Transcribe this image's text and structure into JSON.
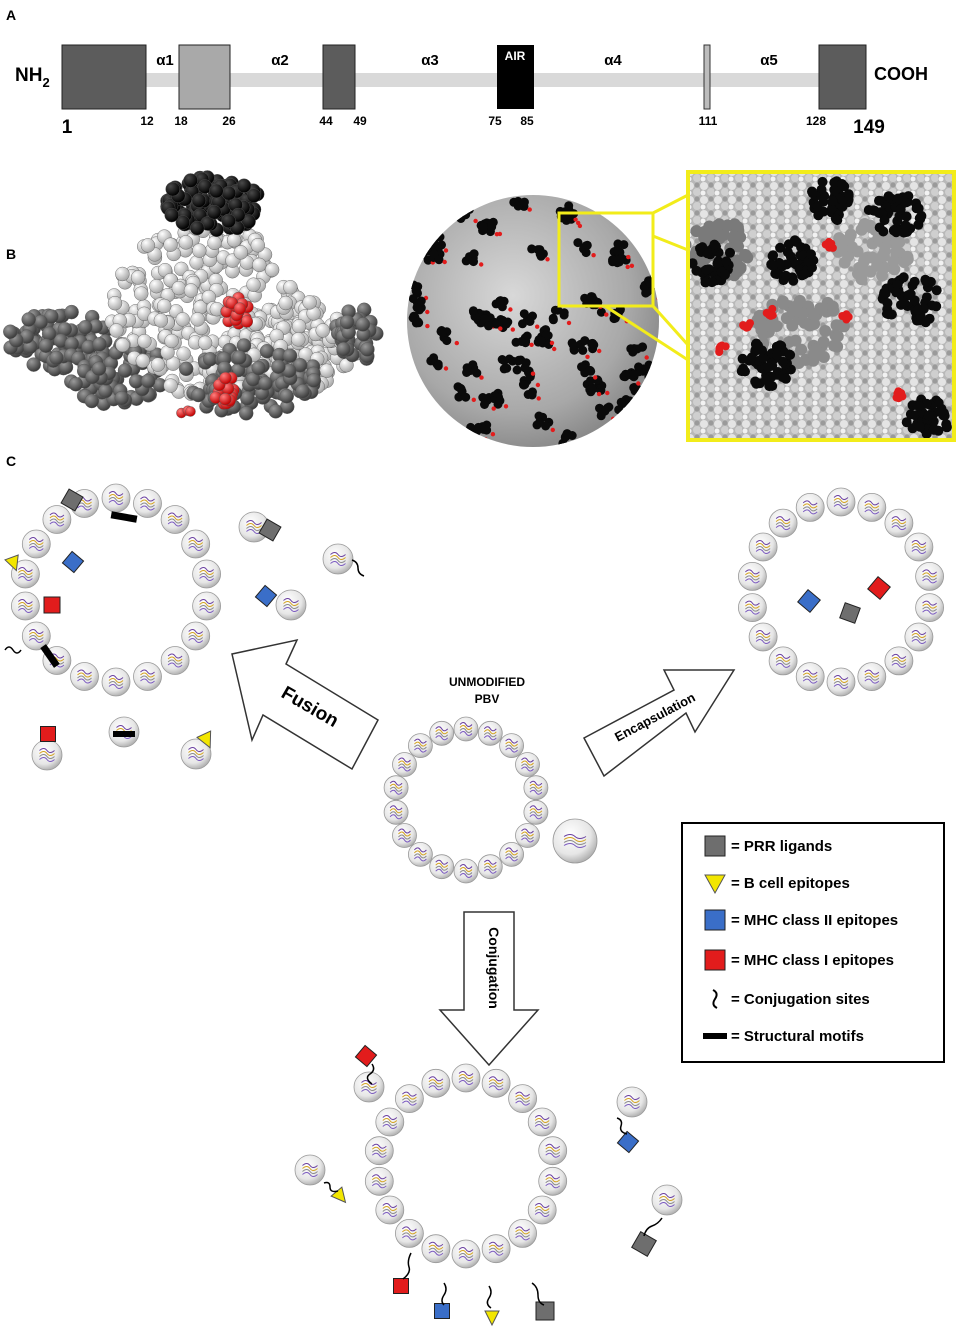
{
  "panels": {
    "a": "A",
    "b": "B",
    "c": "C"
  },
  "domain_map": {
    "nh2": "NH",
    "nh2_sub": "2",
    "cooh": "COOH",
    "air": "AIR",
    "helices": [
      "α1",
      "α2",
      "α3",
      "α4",
      "α5"
    ],
    "positions": [
      "1",
      "12",
      "18",
      "26",
      "44",
      "49",
      "75",
      "85",
      "111",
      "128",
      "149"
    ]
  },
  "center_label": [
    "UNMODIFIED",
    "PBV"
  ],
  "arrows": {
    "fusion": "Fusion",
    "encapsulation": "Encapsulation",
    "conjugation": "Conjugation"
  },
  "legend": [
    {
      "symbol": "square",
      "color": "#6e6e6e",
      "label": "= PRR ligands"
    },
    {
      "symbol": "triangle",
      "color": "#f2e600",
      "label": "= B cell epitopes"
    },
    {
      "symbol": "square",
      "color": "#3a6ec8",
      "label": "= MHC class II epitopes"
    },
    {
      "symbol": "square",
      "color": "#e21c1c",
      "label": "= MHC class I epitopes"
    },
    {
      "symbol": "squiggle",
      "color": "#000000",
      "label": "= Conjugation sites"
    },
    {
      "symbol": "bar",
      "color": "#000000",
      "label": "= Structural motifs"
    }
  ],
  "colors": {
    "prr": "#6e6e6e",
    "bcell": "#f2e600",
    "mhc2": "#3a6ec8",
    "mhc1": "#e21c1c",
    "highlight": "#f2ec1a"
  }
}
